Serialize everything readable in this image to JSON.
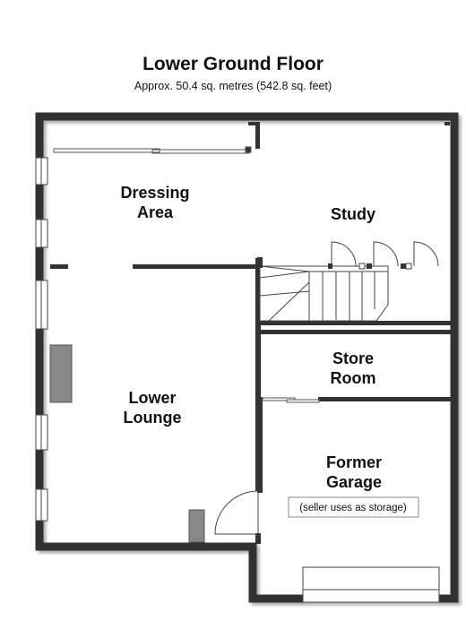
{
  "title": "Lower Ground Floor",
  "subtitle": "Approx. 50.4 sq. metres (542.8 sq. feet)",
  "rooms": {
    "dressing": [
      "Dressing",
      "Area"
    ],
    "study": "Study",
    "store": [
      "Store",
      "Room"
    ],
    "lounge": [
      "Lower",
      "Lounge"
    ],
    "garage": [
      "Former",
      "Garage"
    ]
  },
  "garage_note": "(seller uses as storage)"
}
